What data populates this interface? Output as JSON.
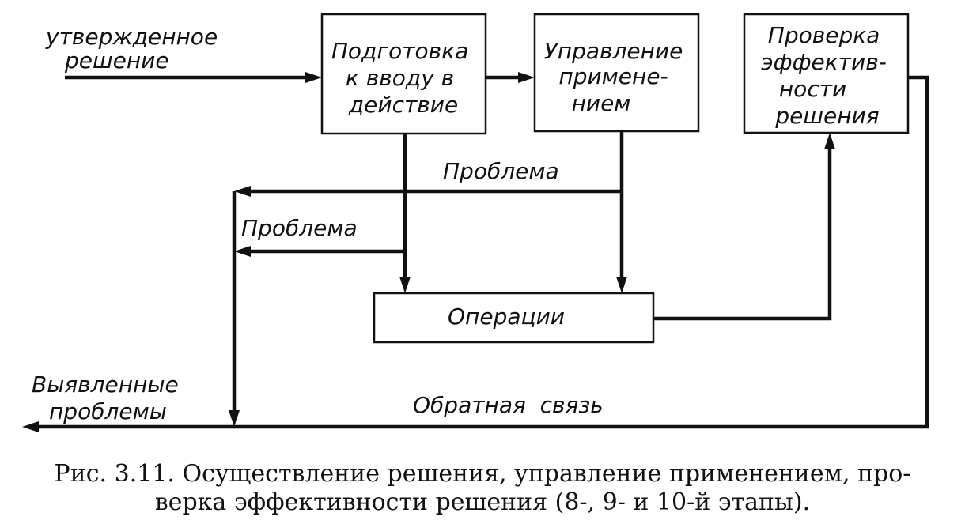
{
  "diagram": {
    "input_label": [
      "утвержденное",
      "решение"
    ],
    "blocks": {
      "prepare": [
        "Подготовка",
        "к вводу в",
        "действие"
      ],
      "manage": [
        "Управление",
        "примене-",
        "нием"
      ],
      "verify": [
        "Проверка",
        "эффектив-",
        "ности",
        "решения"
      ],
      "operations": "Операции"
    },
    "edge_labels": {
      "problem_upper": "Проблема",
      "problem_lower": "Проблема",
      "feedback": "Обратная  связь",
      "detected": [
        "Выявленные",
        "проблемы"
      ]
    }
  },
  "caption": {
    "line1": "Рис. 3.11. Осуществление решения, управление применением, про-",
    "line2": "верка эффективности решения (8-, 9- и 10-й этапы)."
  }
}
